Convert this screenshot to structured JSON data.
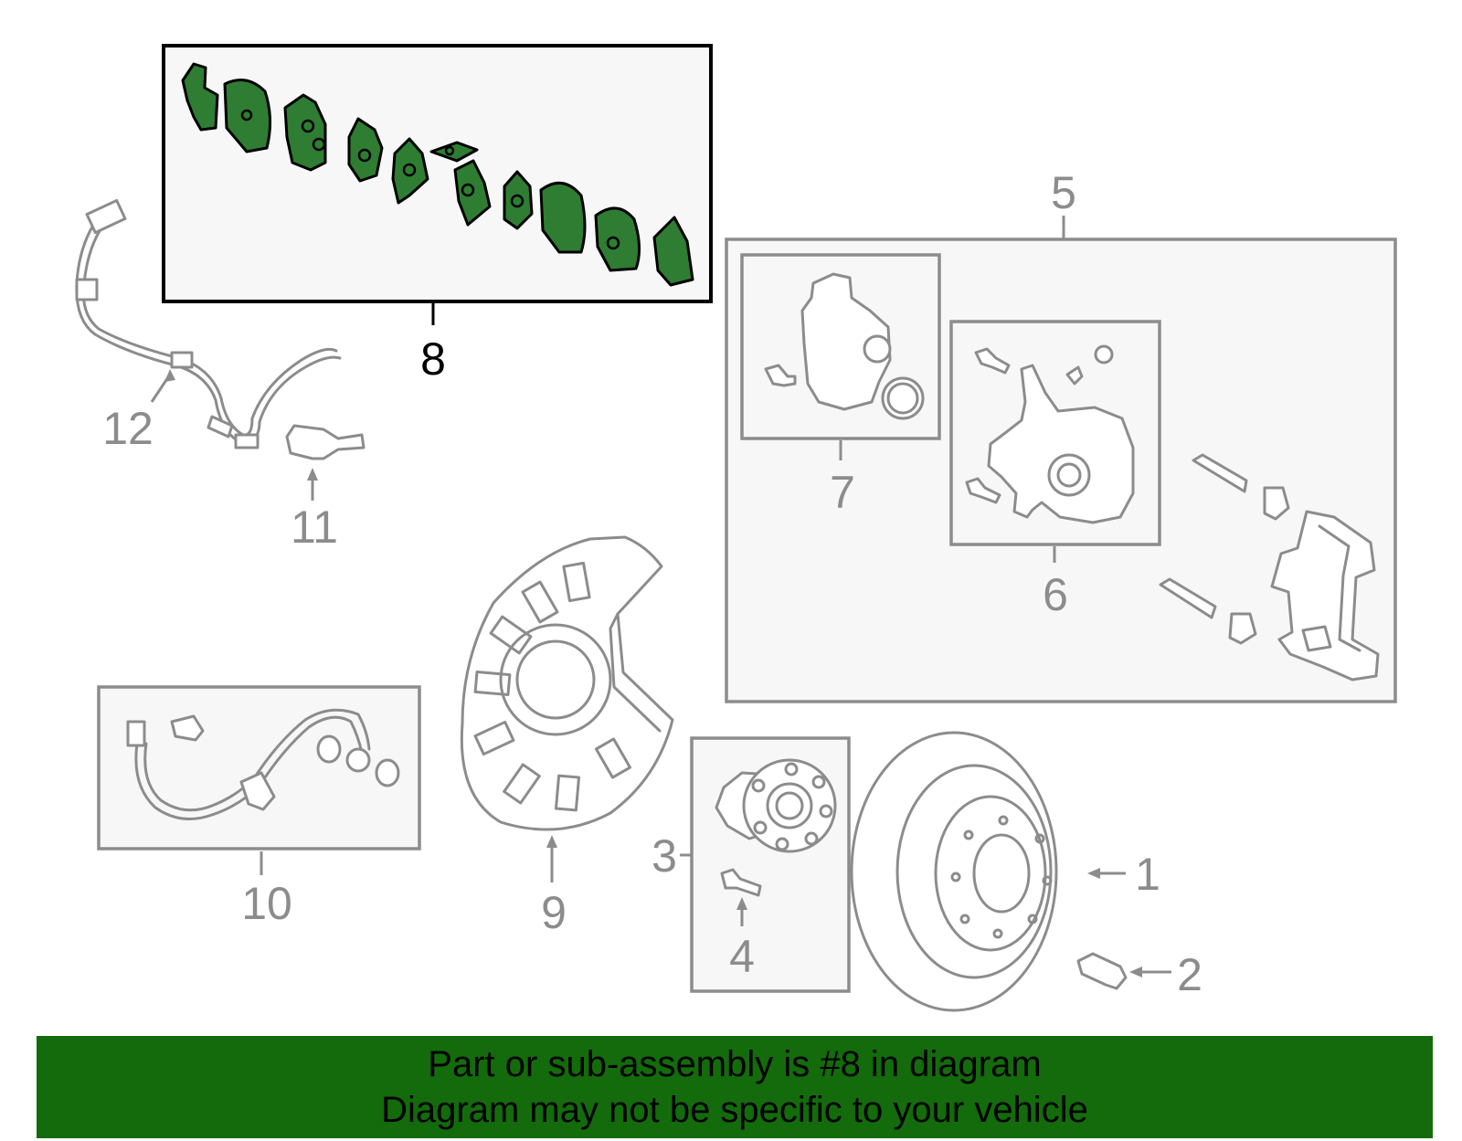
{
  "callouts": {
    "c1": "1",
    "c2": "2",
    "c3": "3",
    "c4": "4",
    "c5": "5",
    "c6": "6",
    "c7": "7",
    "c8": "8",
    "c9": "9",
    "c10": "10",
    "c11": "11",
    "c12": "12"
  },
  "highlight": {
    "part_number": "8"
  },
  "banner": {
    "line1": "Part or sub-assembly is #8 in diagram",
    "line2": "Diagram may not be specific to your vehicle"
  },
  "colors": {
    "highlight_green": "#2e7d32",
    "banner_green": "#136b0c",
    "line_gray": "#8c8c8c",
    "box_fill": "#f7f7f7"
  },
  "icons": {
    "brake_pad": "brake-pad-icon",
    "shim": "shim-icon",
    "caliper": "caliper-icon",
    "rotor": "rotor-icon",
    "hub": "hub-icon",
    "bolt": "bolt-icon",
    "hose": "brake-hose-icon",
    "sensor": "wheel-speed-sensor-icon",
    "splash_shield": "splash-shield-icon"
  }
}
